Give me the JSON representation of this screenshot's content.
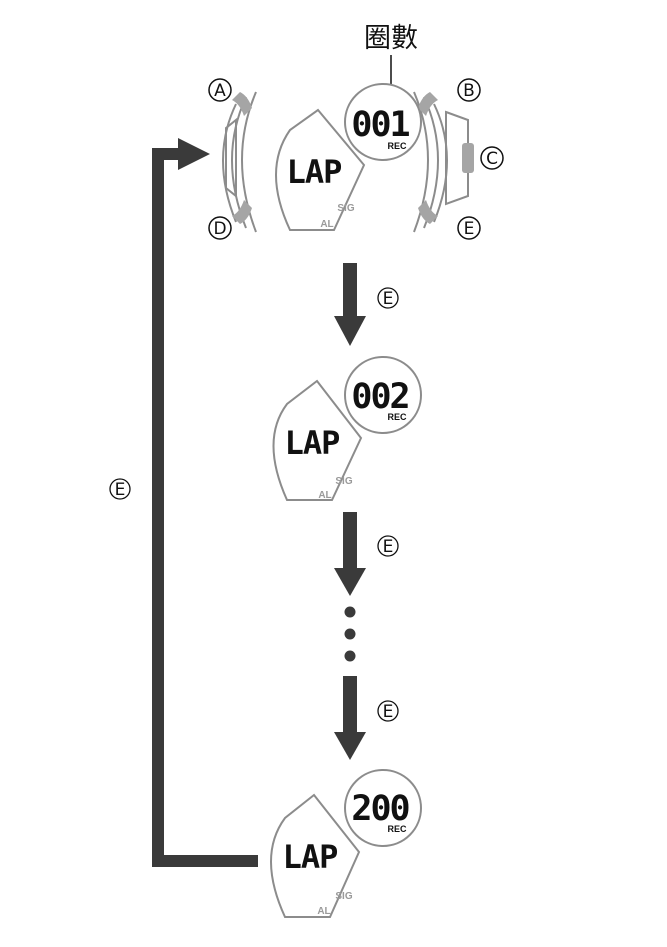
{
  "header_label": "圈數",
  "buttons": {
    "a": "A",
    "b": "B",
    "c": "C",
    "d": "D",
    "e": "E"
  },
  "step_button": "E",
  "loop_button": "E",
  "screens": [
    {
      "mode_text": "LAP",
      "lap_number": "001",
      "rec_label": "REC",
      "sig_label": "SIG",
      "al_label": "AL"
    },
    {
      "mode_text": "LAP",
      "lap_number": "002",
      "rec_label": "REC",
      "sig_label": "SIG",
      "al_label": "AL"
    },
    {
      "mode_text": "LAP",
      "lap_number": "200",
      "rec_label": "REC",
      "sig_label": "SIG",
      "al_label": "AL"
    }
  ],
  "colors": {
    "arrow": "#3a3a3a",
    "outline": "#8c8c8c",
    "button_fill": "#a5a5a5"
  }
}
